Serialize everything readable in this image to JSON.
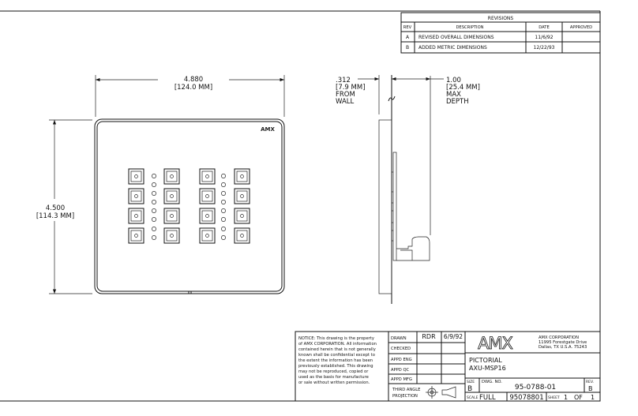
{
  "revisions": {
    "title": "REVISIONS",
    "headers": [
      "REV",
      "DESCRIPTION",
      "DATE",
      "APPROVED"
    ],
    "rows": [
      {
        "rev": "A",
        "description": "REVISED OVERALL DIMENSIONS",
        "date": "11/6/92",
        "approved": ""
      },
      {
        "rev": "B",
        "description": "ADDED METRIC DIMENSIONS",
        "date": "12/22/93",
        "approved": ""
      }
    ]
  },
  "front_view": {
    "width_dim": "4.880",
    "width_dim_mm": "[124.0 MM]",
    "height_dim": "4.500",
    "height_dim_mm": "[114.3 MM]",
    "panel_logo": "AMX",
    "button_rows": 4,
    "button_columns": 4,
    "leds_per_column": 8
  },
  "side_view": {
    "wall_dim": ".312",
    "wall_dim_mm": "[7.9 MM]",
    "wall_note_1": "FROM",
    "wall_note_2": "WALL",
    "depth_dim": "1.00",
    "depth_dim_mm": "[25.4 MM]",
    "depth_note_1": "MAX",
    "depth_note_2": "DEPTH"
  },
  "title_block": {
    "notice": [
      "NOTICE: This drawing is the property",
      "of AMX CORPORATION. All information",
      "contained herein that is not generally",
      "known shall be confidential except to",
      "the extent the information has been",
      "previously established. This drawing",
      "may not be reproduced, copied or",
      "used as the basis for manufacture",
      "or sale without written permission."
    ],
    "drawn_label": "DRAWN",
    "drawn_by": "RDR",
    "drawn_date": "6/9/92",
    "checked_label": "CHECKED",
    "appd_eng_label": "APPD ENG",
    "appd_qc_label": "APPD QC",
    "appd_mfg_label": "APPD MFG",
    "projection_1": "THIRD ANGLE",
    "projection_2": "PROJECTION",
    "company_logo": "AMX",
    "company_name": "AMX CORPORATION",
    "company_address_1": "11995 Forestgate Drive",
    "company_address_2": "Dallas, TX U.S.A. 75243",
    "title_1": "PICTORIAL",
    "title_2": "AXU-MSP16",
    "size_label": "SIZE",
    "size": "B",
    "dwg_no_label": "DWG. NO.",
    "dwg_no": "95-0788-01",
    "rev_label": "REV.",
    "rev": "B",
    "scale_label": "SCALE",
    "scale": "FULL",
    "part_no": "95078801",
    "sheet_label": "SHEET",
    "sheet": "1",
    "sheet_of": "OF",
    "sheet_total": "1"
  }
}
